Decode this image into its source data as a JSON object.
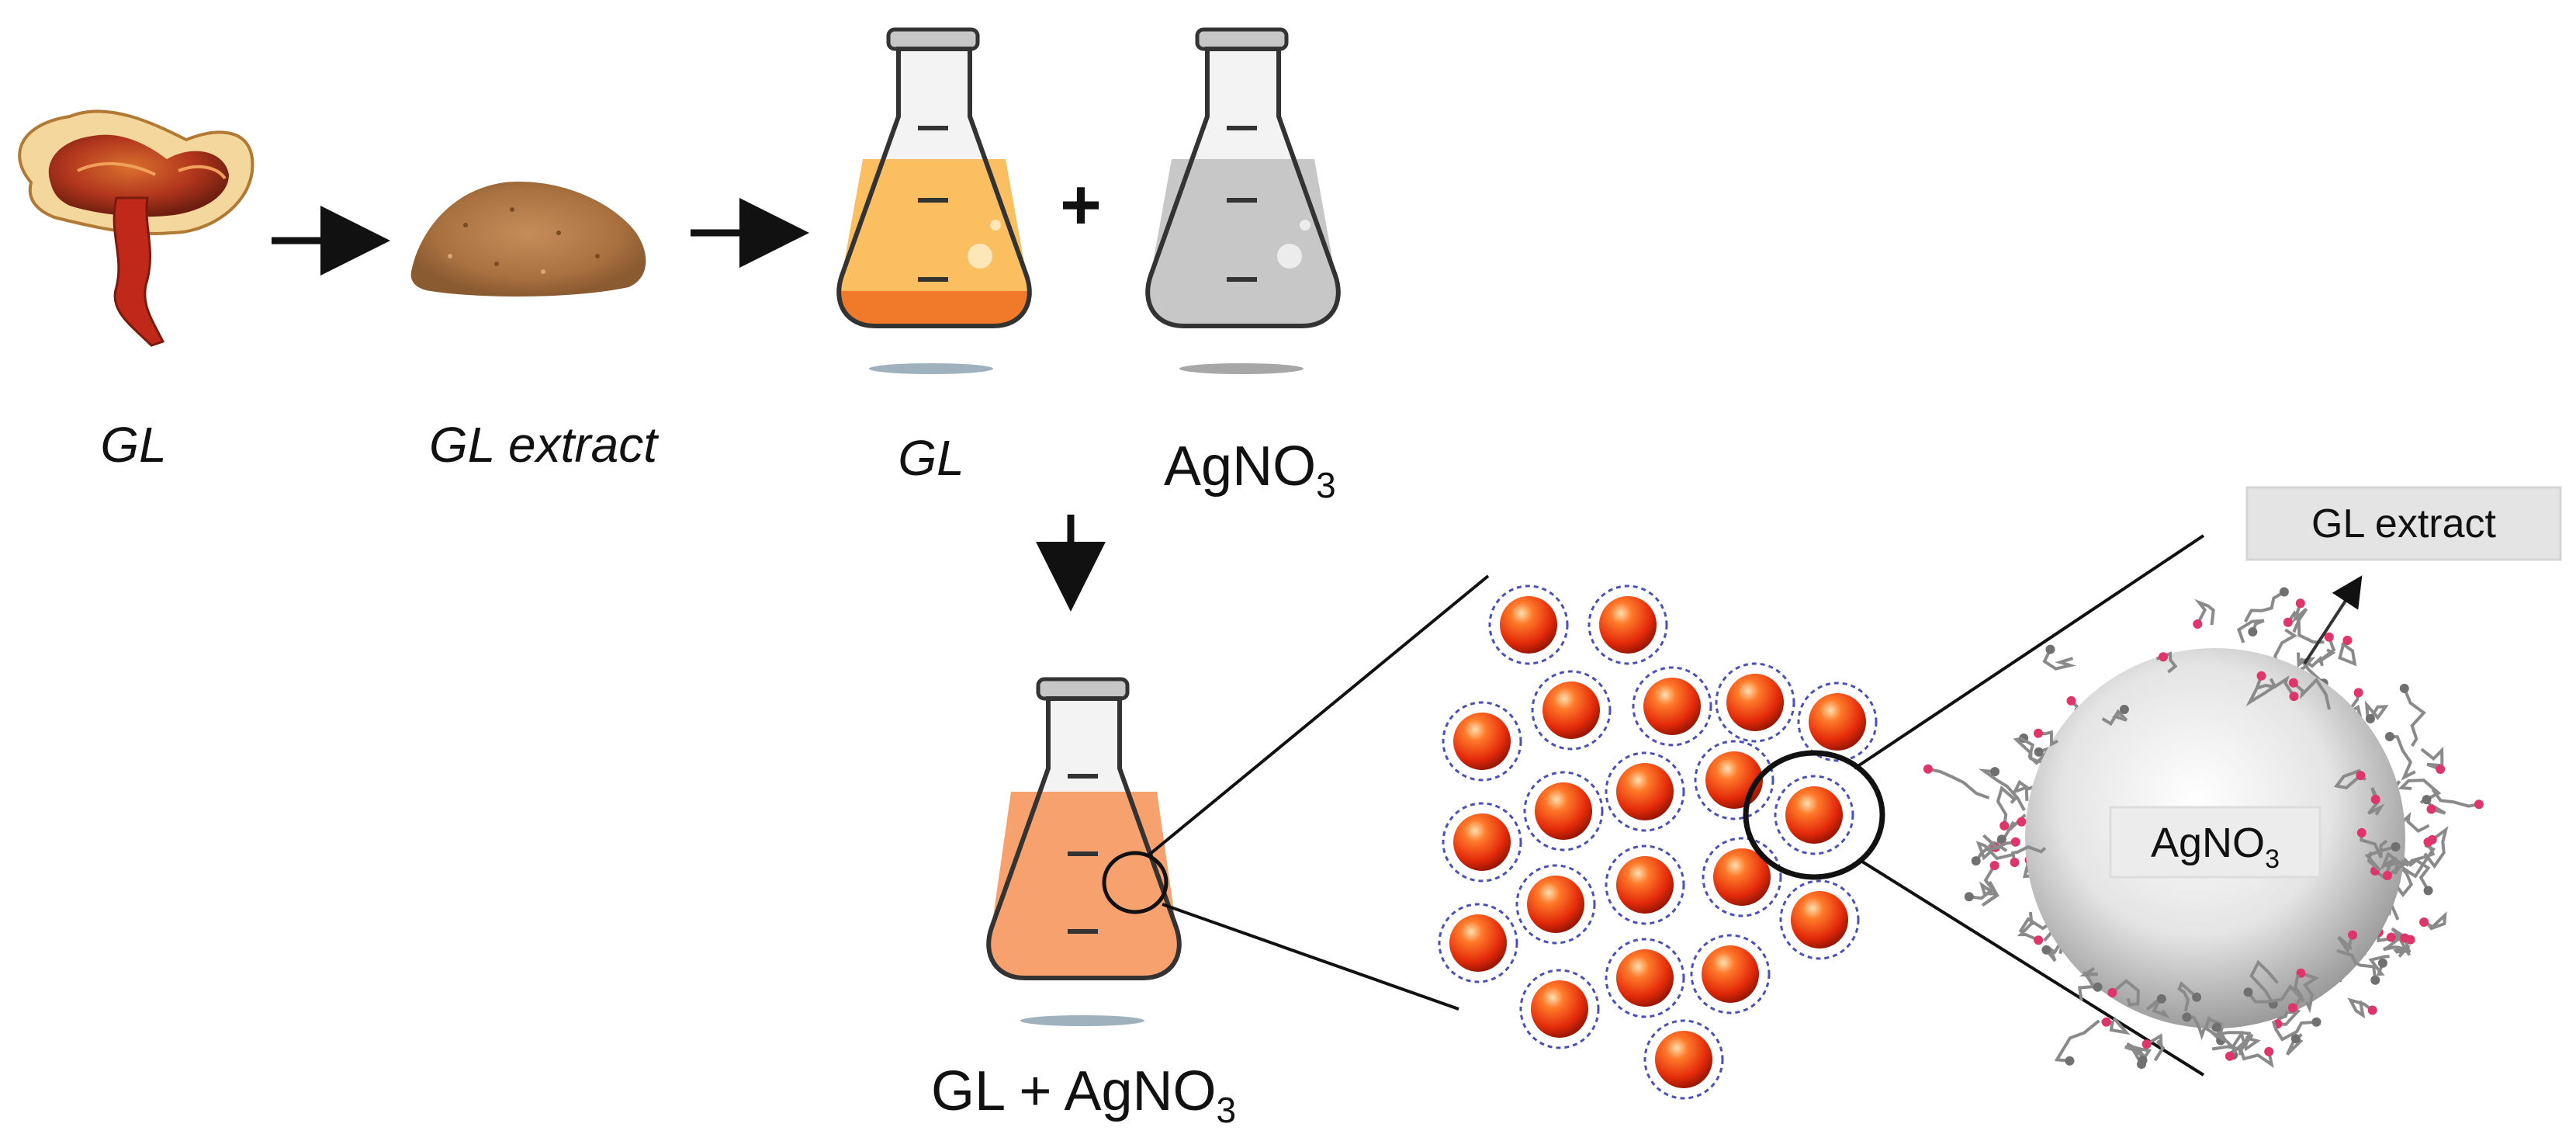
{
  "labels": {
    "gl_mushroom": "GL",
    "gl_extract": "GL extract",
    "gl_flask": "GL",
    "agno3_flask_main": "AgNO",
    "agno3_flask_sub": "3",
    "plus_sign": "+",
    "mix_main": "GL + AgNO",
    "mix_sub": "3",
    "extract_callout": "GL extract",
    "nanoparticle_main": "AgNO",
    "nanoparticle_sub": "3"
  },
  "colors": {
    "gl_liquid": "#fbbf62",
    "gl_liquid_bottom": "#f17a2a",
    "agno3_liquid": "#c7c7c7",
    "mix_liquid": "#f7a26e",
    "nanoparticle": "#e43a12",
    "shell_dash": "#4b4fb8"
  }
}
